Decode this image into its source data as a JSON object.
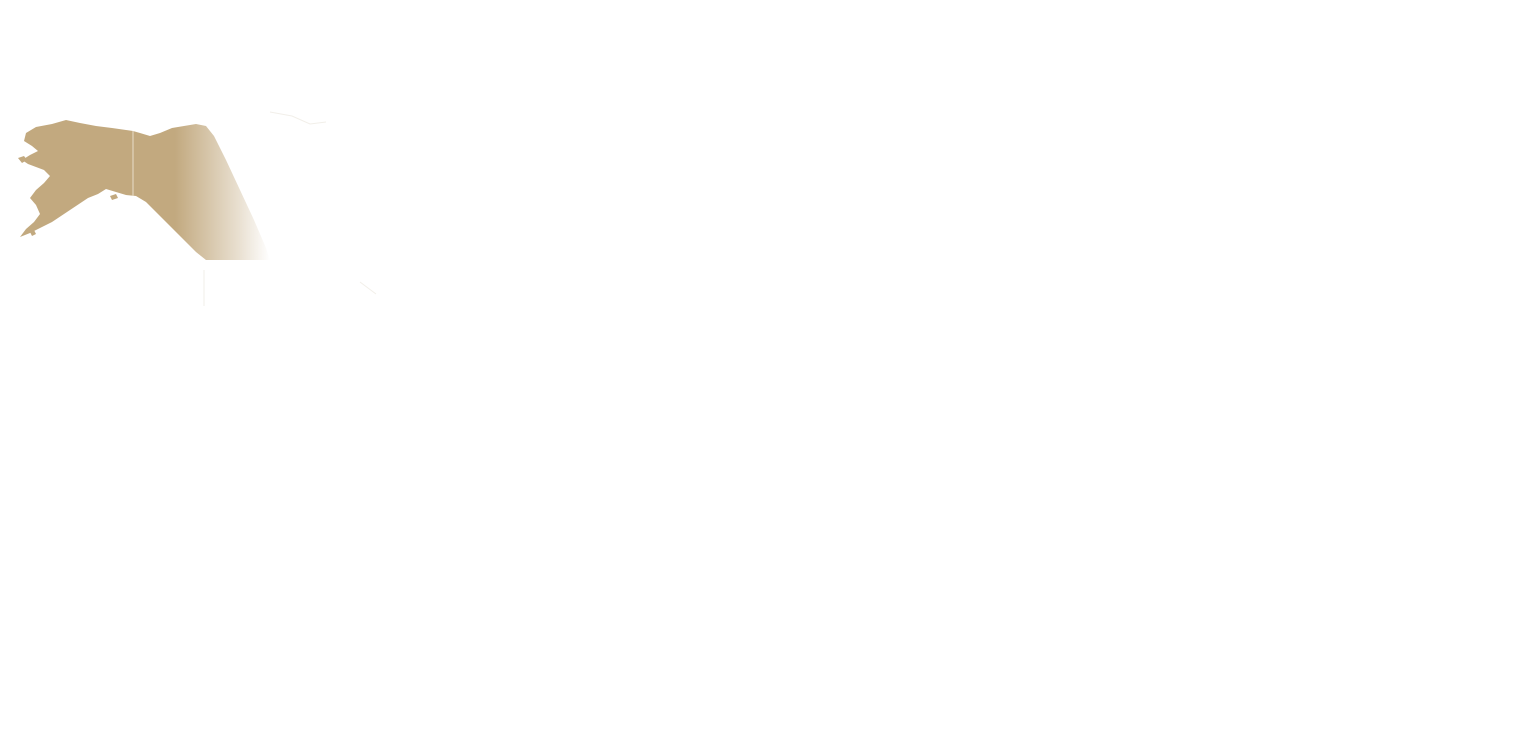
{
  "map": {
    "land_color": "#c2a97f",
    "background_color": "#ffffff",
    "border_color": "#e8ddc9",
    "regions": [
      {
        "id": "alaska",
        "name": "Alaska"
      },
      {
        "id": "yukon",
        "name": "Yukon"
      }
    ]
  }
}
